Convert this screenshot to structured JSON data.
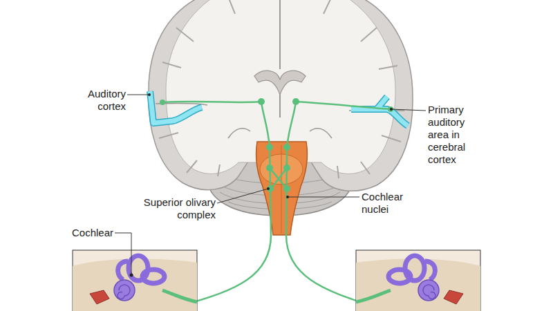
{
  "diagram": {
    "labels": [
      "Auditory cortex",
      "Primary auditory area in cerebral cortex",
      "Superior olivary complex",
      "Cochlear nuclei",
      "Cochlear"
    ]
  }
}
